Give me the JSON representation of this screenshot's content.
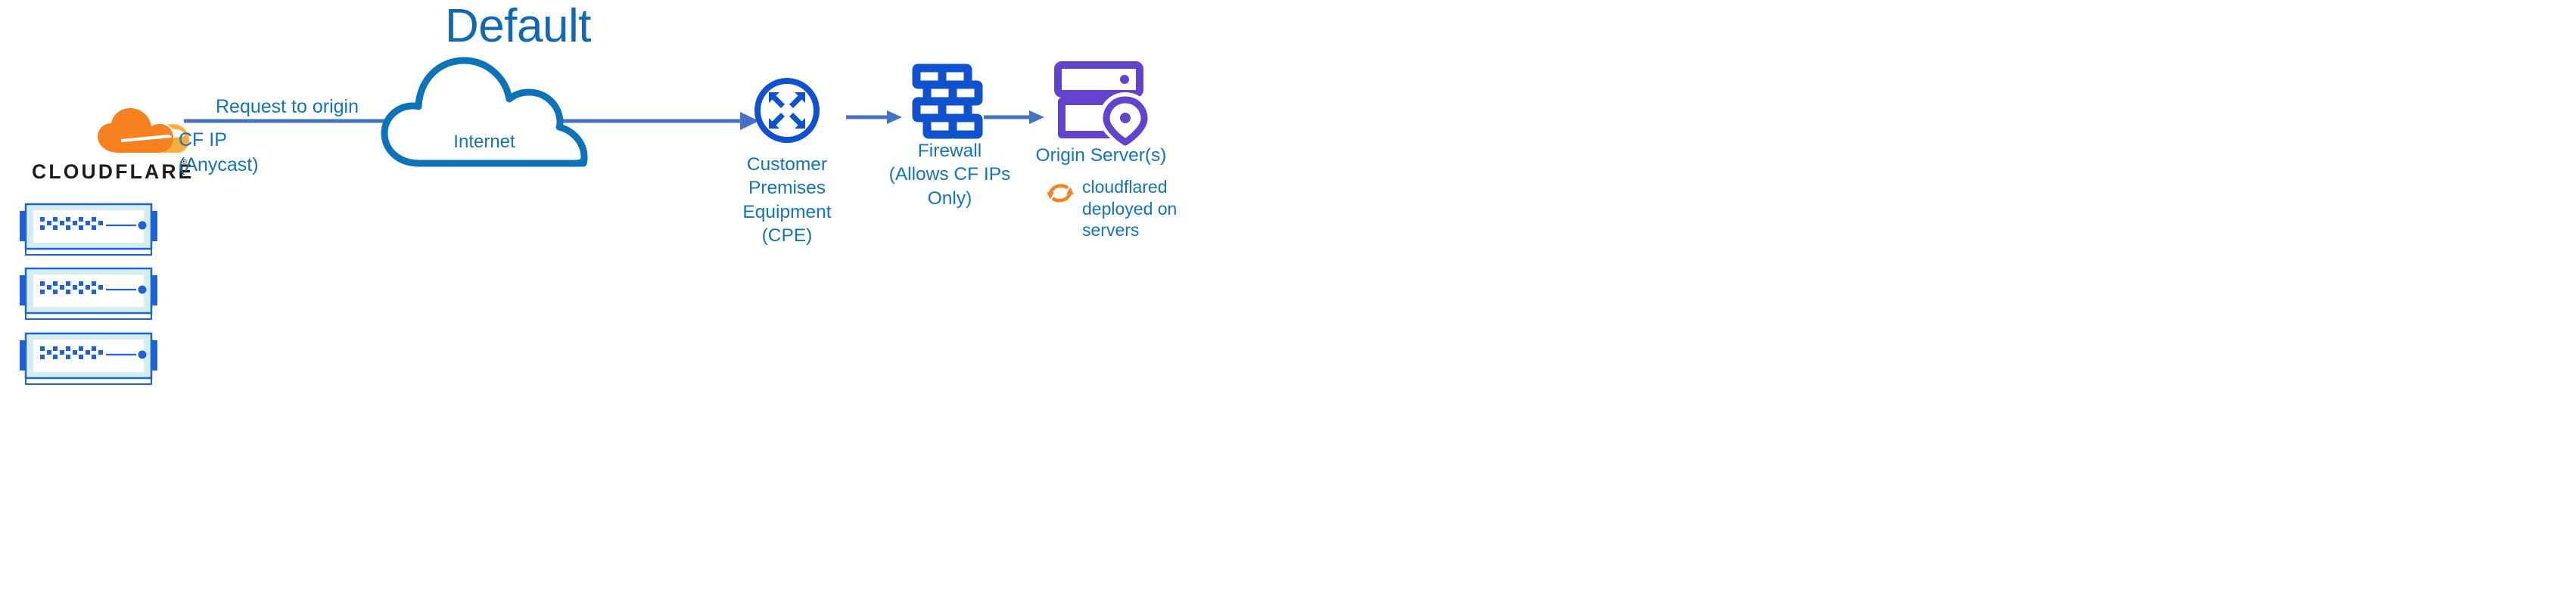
{
  "title": "Default",
  "colors": {
    "title_blue": "#1168b3",
    "label_blue": "#1373bd",
    "arrow_blue": "#4472c4",
    "cloud_outline_blue": "#0d73b8",
    "icon_blue": "#0f51cf",
    "origin_purple": "#6143cd",
    "cloudflare_orange": "#f6821f",
    "cloudflare_orange_light": "#fbad41",
    "server_body_blue": "#1d63d6",
    "server_fill_light": "#d4edf2",
    "wordmark_black": "#1d1d1d"
  },
  "brand": {
    "wordmark": "CLOUDFLARE",
    "registered_mark": "®",
    "logo_icon": "cloudflare-cloud-logo-icon",
    "server_count": 3,
    "server_icon": "network-switch-icon"
  },
  "flow": {
    "request_label": "Request to origin",
    "cf_ip_label": "CF IP\n(Anycast)",
    "main_arrow_icon": "right-arrow-icon"
  },
  "internet": {
    "label": "Internet",
    "icon": "cloud-outline-icon"
  },
  "nodes": [
    {
      "id": "cpe",
      "icon": "router-circle-arrows-icon",
      "label": "Customer Premises\nEquipment (CPE)"
    },
    {
      "id": "firewall",
      "icon": "brick-wall-firewall-icon",
      "label": "Firewall\n(Allows CF IPs Only)"
    },
    {
      "id": "origin",
      "icon": "server-rack-location-pin-icon",
      "label": "Origin Server(s)"
    }
  ],
  "connectors": [
    {
      "id": "cpe-to-firewall",
      "icon": "right-arrow-icon"
    },
    {
      "id": "firewall-to-origin",
      "icon": "right-arrow-icon"
    }
  ],
  "cloudflared_note": {
    "icon": "circular-sync-arrows-icon",
    "text": "cloudflared\ndeployed on\nservers"
  }
}
